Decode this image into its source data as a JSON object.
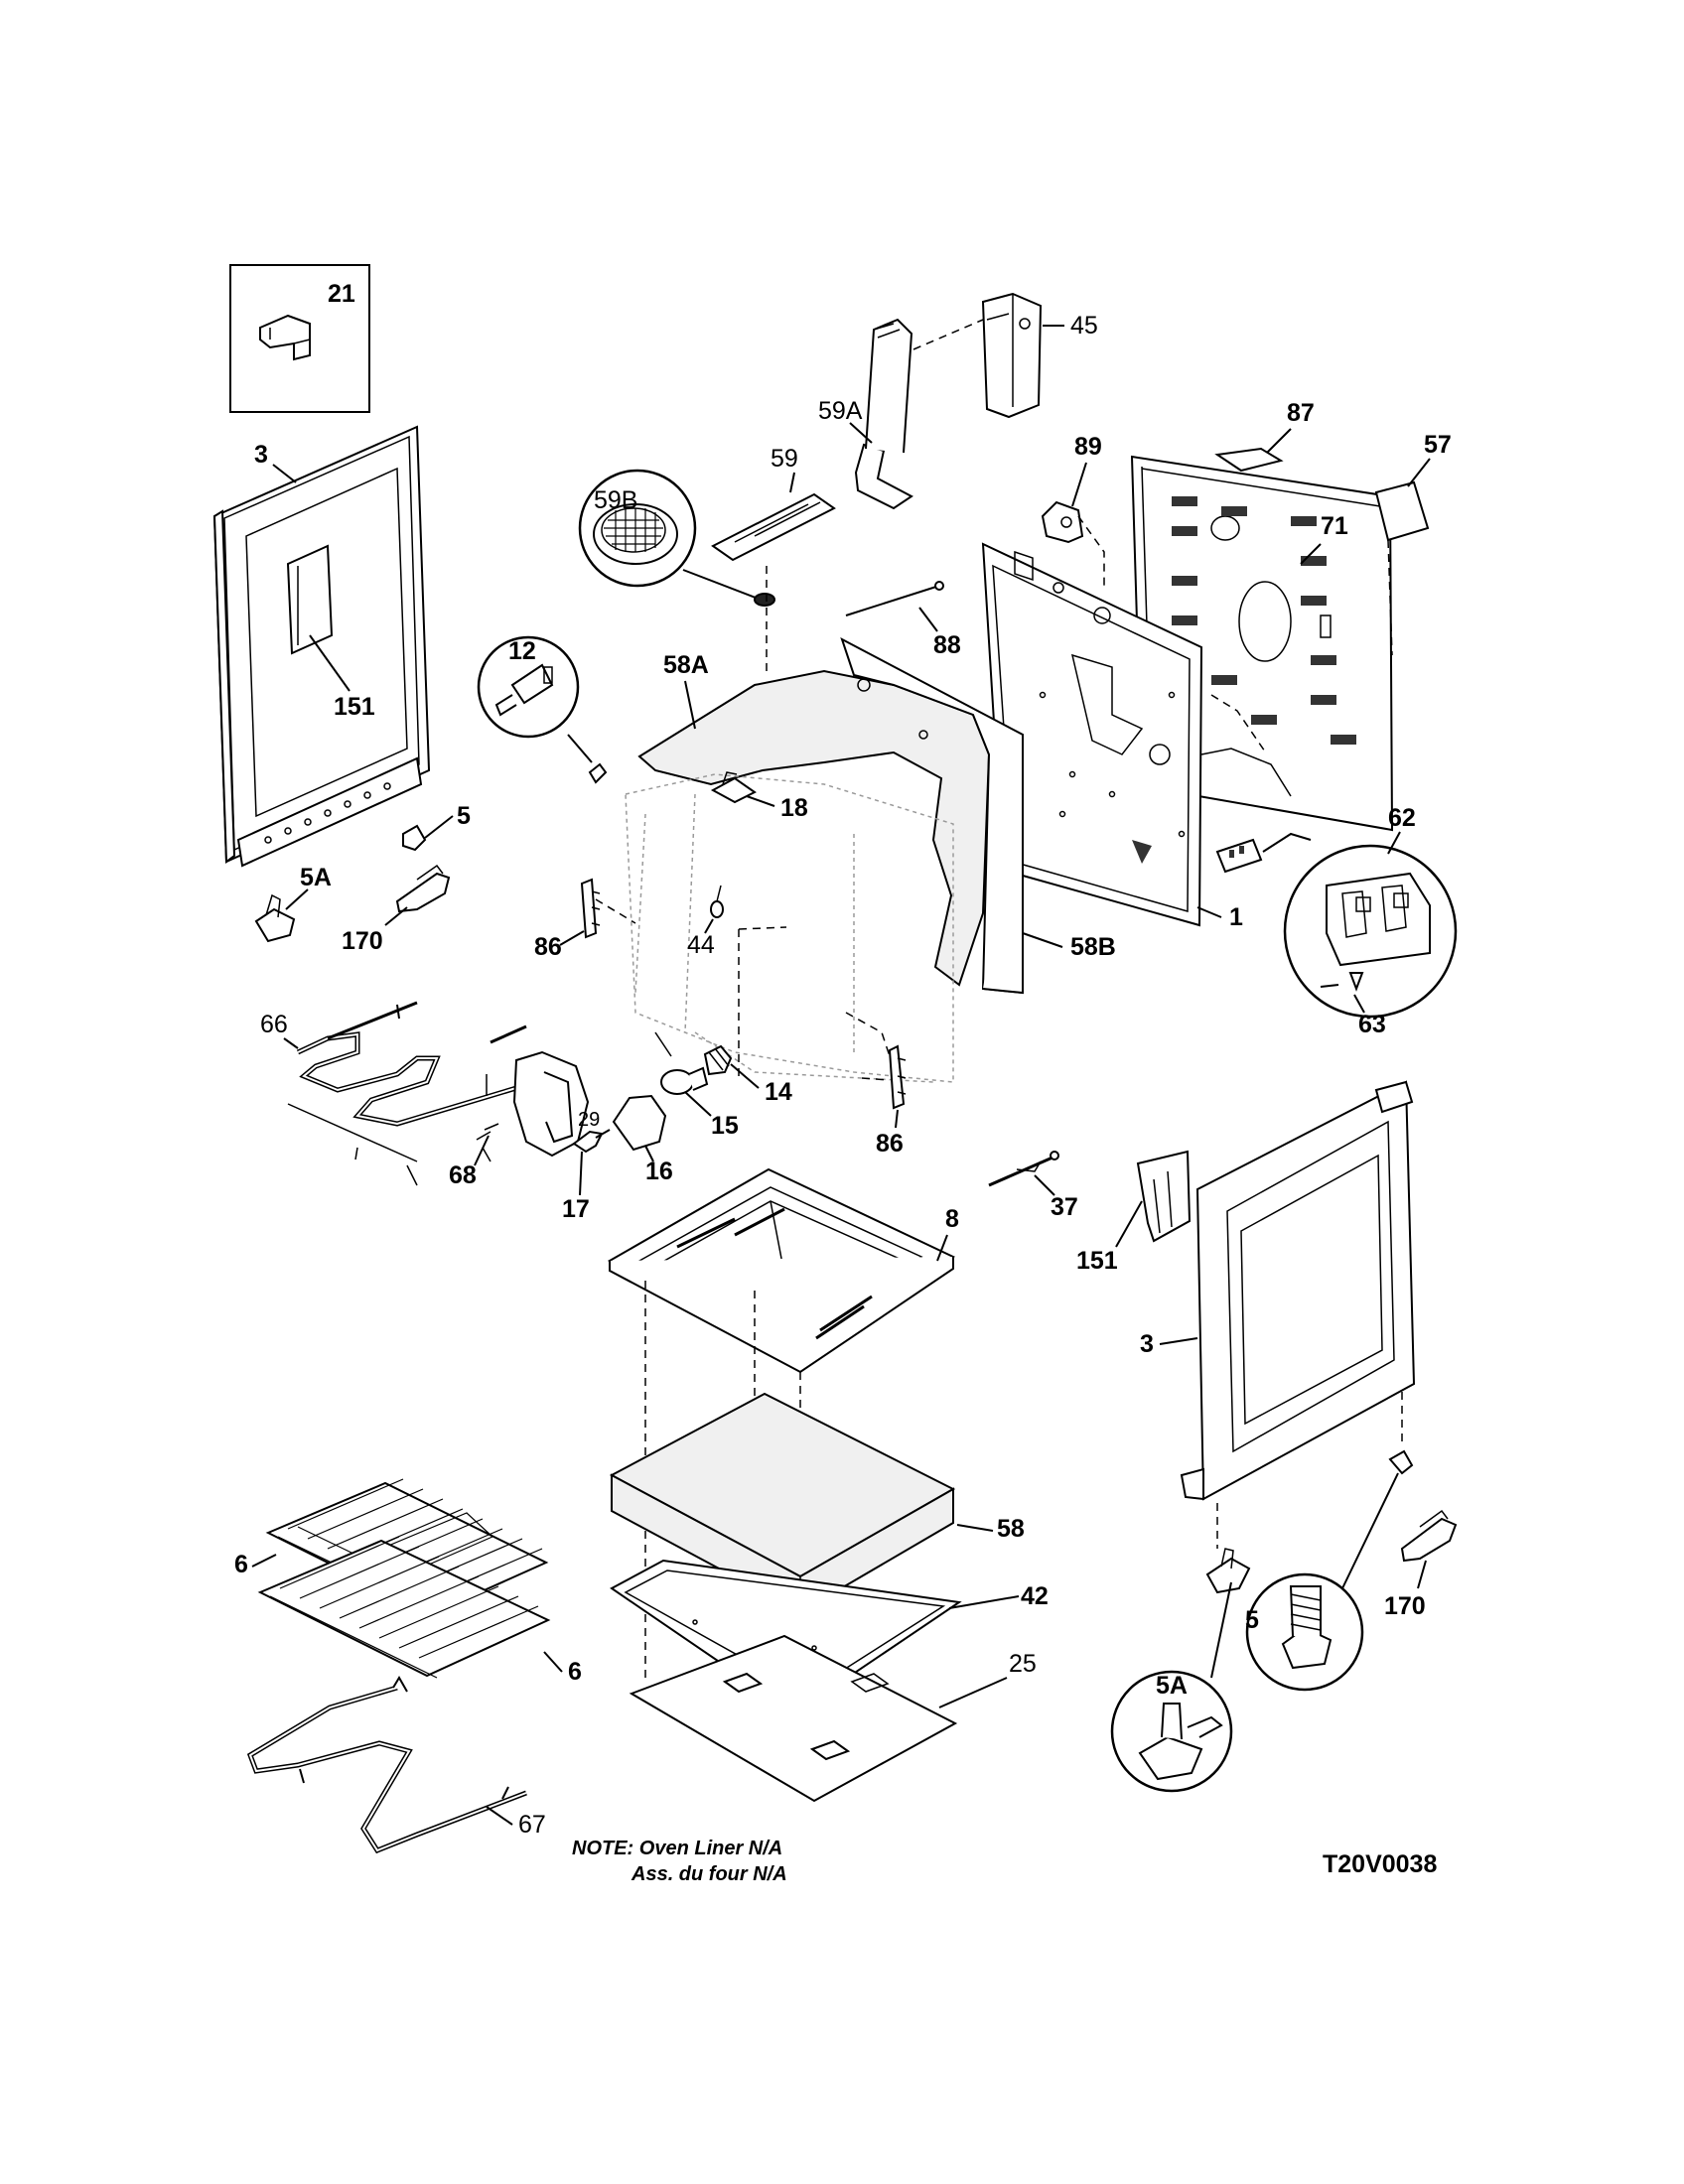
{
  "diagram": {
    "code": "T20V0038",
    "note_line1": "NOTE: Oven Liner N/A",
    "note_line2": "Ass. du four N/A",
    "labels": {
      "p21": "21",
      "p3_left": "3",
      "p151_left": "151",
      "p5_left": "5",
      "p5A_left": "5A",
      "p170_left": "170",
      "p59B": "59B",
      "p59": "59",
      "p59A": "59A",
      "p45": "45",
      "p89": "89",
      "p87": "87",
      "p57": "57",
      "p71": "71",
      "p12": "12",
      "p58A": "58A",
      "p88": "88",
      "p18": "18",
      "p1": "1",
      "p62": "62",
      "p63": "63",
      "p86_left": "86",
      "p44": "44",
      "p58B": "58B",
      "p66": "66",
      "p68": "68",
      "p29": "29",
      "p14": "14",
      "p15": "15",
      "p16": "16",
      "p17": "17",
      "p86_right": "86",
      "p37": "37",
      "p151_right": "151",
      "p8": "8",
      "p3_right": "3",
      "p58": "58",
      "p42": "42",
      "p25": "25",
      "p6_top": "6",
      "p6_bottom": "6",
      "p67": "67",
      "p5A_right": "5A",
      "p5_right": "5",
      "p170_right": "170"
    }
  }
}
